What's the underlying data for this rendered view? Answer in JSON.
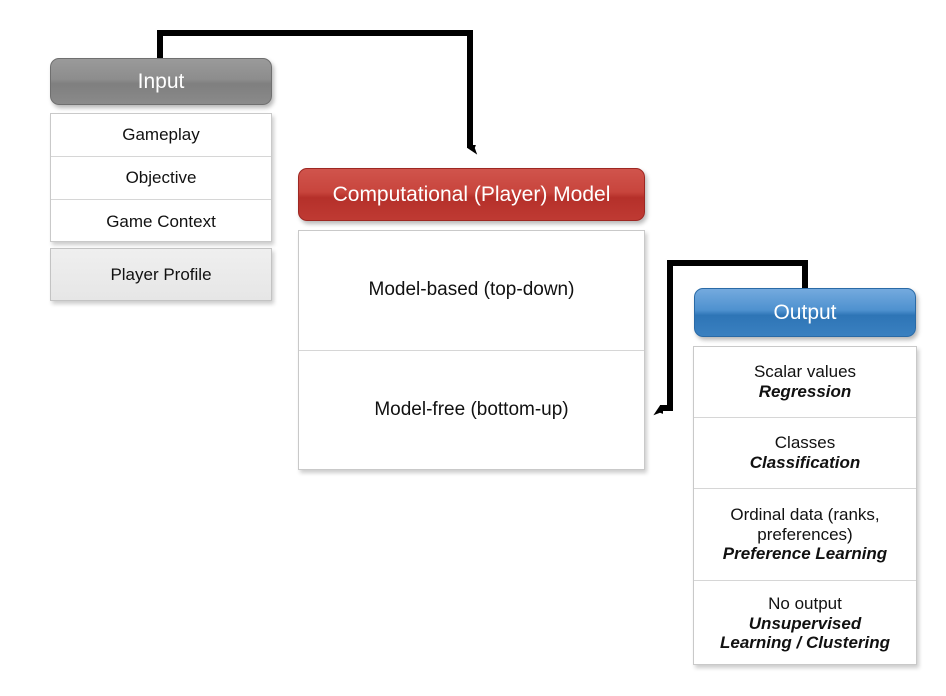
{
  "diagram": {
    "title": "Computational player modelling input / model / output diagram",
    "background_color": "#ffffff",
    "accent_colors": {
      "input_header": "#8a8a8a",
      "model_header": "#c0392f",
      "output_header": "#3d85c6",
      "connector": "#000000",
      "row_border": "#d6d6d6",
      "player_profile_fill": "#e9e9e9"
    }
  },
  "input": {
    "header_label": "Input",
    "items": [
      {
        "primary": "Gameplay"
      },
      {
        "primary": "Objective"
      },
      {
        "primary": "Game Context"
      }
    ],
    "profile_label": "Player Profile"
  },
  "model": {
    "header_label": "Computational (Player) Model",
    "items": [
      {
        "primary": "Model-based (top-down)"
      },
      {
        "primary": "Model-free (bottom-up)"
      }
    ]
  },
  "output": {
    "header_label": "Output",
    "items": [
      {
        "primary": "Scalar values",
        "emphasis": "Regression"
      },
      {
        "primary": "Classes",
        "emphasis": "Classification"
      },
      {
        "primary": "Ordinal data (ranks,",
        "primary2": "preferences)",
        "emphasis": "Preference Learning"
      },
      {
        "primary": "No output",
        "emphasis": "Unsupervised",
        "emphasis2": "Learning / Clustering"
      }
    ]
  },
  "connectors": [
    {
      "name": "input-to-model",
      "from": "Input",
      "to": "Computational (Player) Model"
    },
    {
      "name": "output-to-model",
      "from": "Output",
      "to": "Model-free (bottom-up)"
    }
  ]
}
